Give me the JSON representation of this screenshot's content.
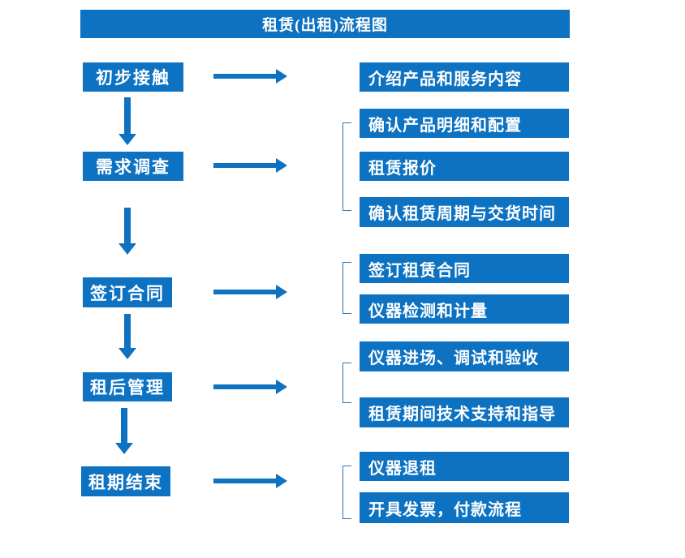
{
  "title": "租赁(出租)流程图",
  "colors": {
    "box_fill": "#0d72c1",
    "arrow": "#0d72c1",
    "bracket": "#2e75b6",
    "text": "#ffffff",
    "background": "#ffffff"
  },
  "stages": [
    {
      "label": "初步接触",
      "details": [
        "介绍产品和服务内容"
      ]
    },
    {
      "label": "需求调查",
      "details": [
        "确认产品明细和配置",
        "租赁报价",
        "确认租赁周期与交货时间"
      ]
    },
    {
      "label": "签订合同",
      "details": [
        "签订租赁合同",
        "仪器检测和计量"
      ]
    },
    {
      "label": "租后管理",
      "details": [
        "仪器进场、调试和验收",
        "租赁期间技术支持和指导"
      ]
    },
    {
      "label": "租期结束",
      "details": [
        "仪器退租",
        "开具发票，付款流程"
      ]
    }
  ]
}
